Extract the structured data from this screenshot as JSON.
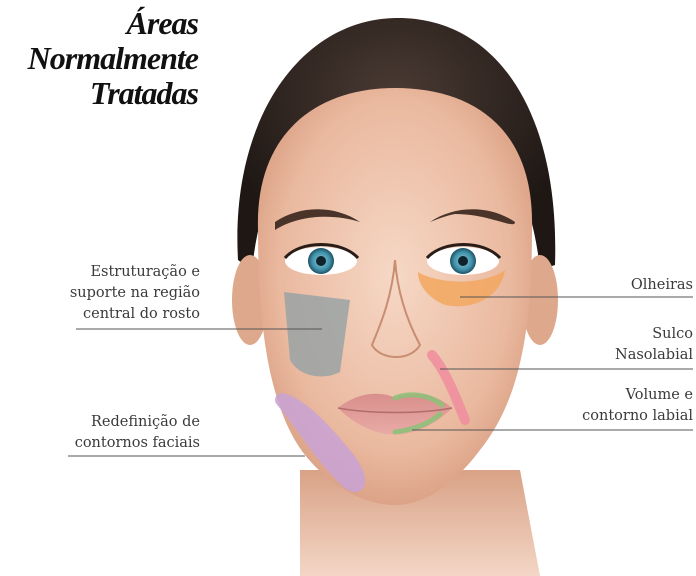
{
  "title": {
    "line1": "Áreas",
    "line2": "Normalmente",
    "line3": "Tratadas"
  },
  "areas": {
    "central": {
      "line1": "Estruturação e",
      "line2": "suporte na região",
      "line3": "central do rosto",
      "color": "#9aa3a5"
    },
    "contour": {
      "line1": "Redefinição de",
      "line2": "contornos faciais",
      "color": "#c9a3d6"
    },
    "olheiras": {
      "line1": "Olheiras",
      "color": "#f2a55a"
    },
    "sulco": {
      "line1": "Sulco",
      "line2": "Nasolabial",
      "color": "#ef8f9e"
    },
    "labial": {
      "line1": "Volume e",
      "line2": "contorno labial",
      "color": "#8fc07a"
    }
  }
}
